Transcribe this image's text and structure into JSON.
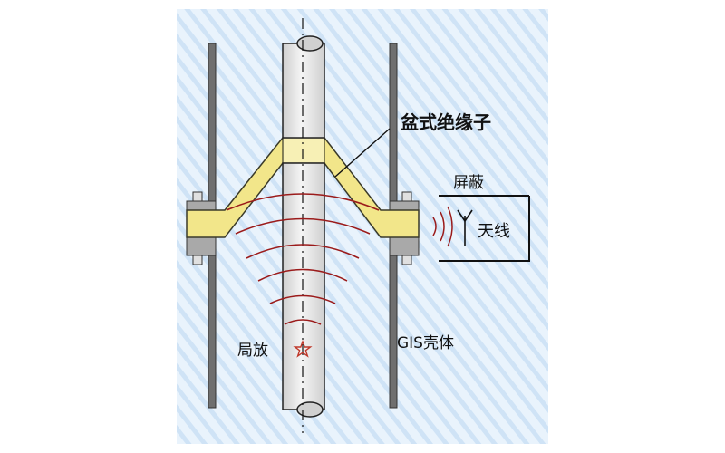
{
  "labels": {
    "insulator": "盆式绝缘子",
    "shield": "屏蔽",
    "antenna": "天线",
    "partial_discharge": "局放",
    "gis_shell": "GIS壳体"
  },
  "colors": {
    "background_light": "#eef6fd",
    "background_stripe": "#c9e0f5",
    "conductor_fill": "#e6e6e6",
    "conductor_stroke": "#222222",
    "insulator_fill": "#f4e98a",
    "insulator_stroke": "#3a3a2a",
    "flange_fill": "#a9a9a9",
    "wave_color": "#9b1b1b",
    "source_star": "#c0392b",
    "wall_fill": "#7a7a7a"
  },
  "icons": {
    "source": "star-icon",
    "antenna": "antenna-icon"
  }
}
